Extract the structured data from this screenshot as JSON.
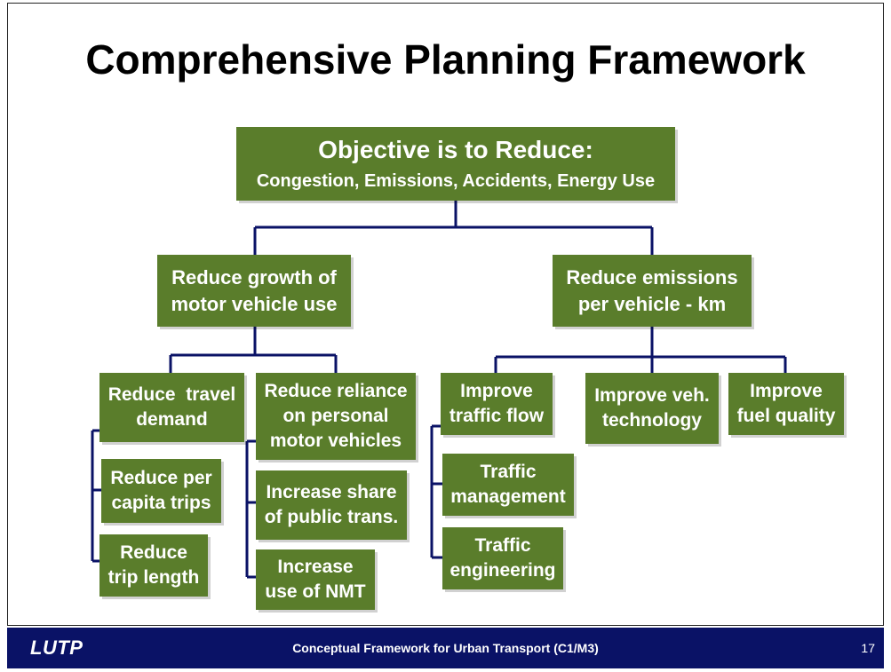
{
  "title": "Comprehensive Planning Framework",
  "objective": {
    "heading": "Objective is to Reduce:",
    "subheading": "Congestion, Emissions, Accidents, Energy Use"
  },
  "branches": {
    "left": {
      "line1": "Reduce growth of",
      "line2": "motor vehicle use"
    },
    "right": {
      "line1": "Reduce emissions",
      "line2": "per vehicle - km"
    }
  },
  "left_children": {
    "travel_demand": {
      "line1": "Reduce  travel",
      "line2": "demand"
    },
    "per_capita": {
      "line1": "Reduce per",
      "line2": "capita trips"
    },
    "trip_length": {
      "line1": "Reduce",
      "line2": "trip length"
    },
    "reliance": {
      "line1": "Reduce reliance",
      "line2": "on personal",
      "line3": "motor vehicles"
    },
    "public_trans": {
      "line1": "Increase share",
      "line2": "of public trans."
    },
    "nmt": {
      "line1": "Increase",
      "line2": "use of NMT"
    }
  },
  "right_children": {
    "traffic_flow": {
      "line1": "Improve",
      "line2": "traffic flow"
    },
    "traffic_mgmt": {
      "line1": "Traffic",
      "line2": "management"
    },
    "traffic_eng": {
      "line1": "Traffic",
      "line2": "engineering"
    },
    "veh_tech": {
      "line1": "Improve veh.",
      "line2": "technology"
    },
    "fuel": {
      "line1": "Improve",
      "line2": "fuel quality"
    }
  },
  "footer": {
    "logo": "LUTP",
    "text": "Conceptual Framework for Urban Transport (C1/M3)",
    "page": "17"
  },
  "colors": {
    "box": "#5a7d2b",
    "connector": "#0a1266",
    "footer": "#0a1266"
  }
}
